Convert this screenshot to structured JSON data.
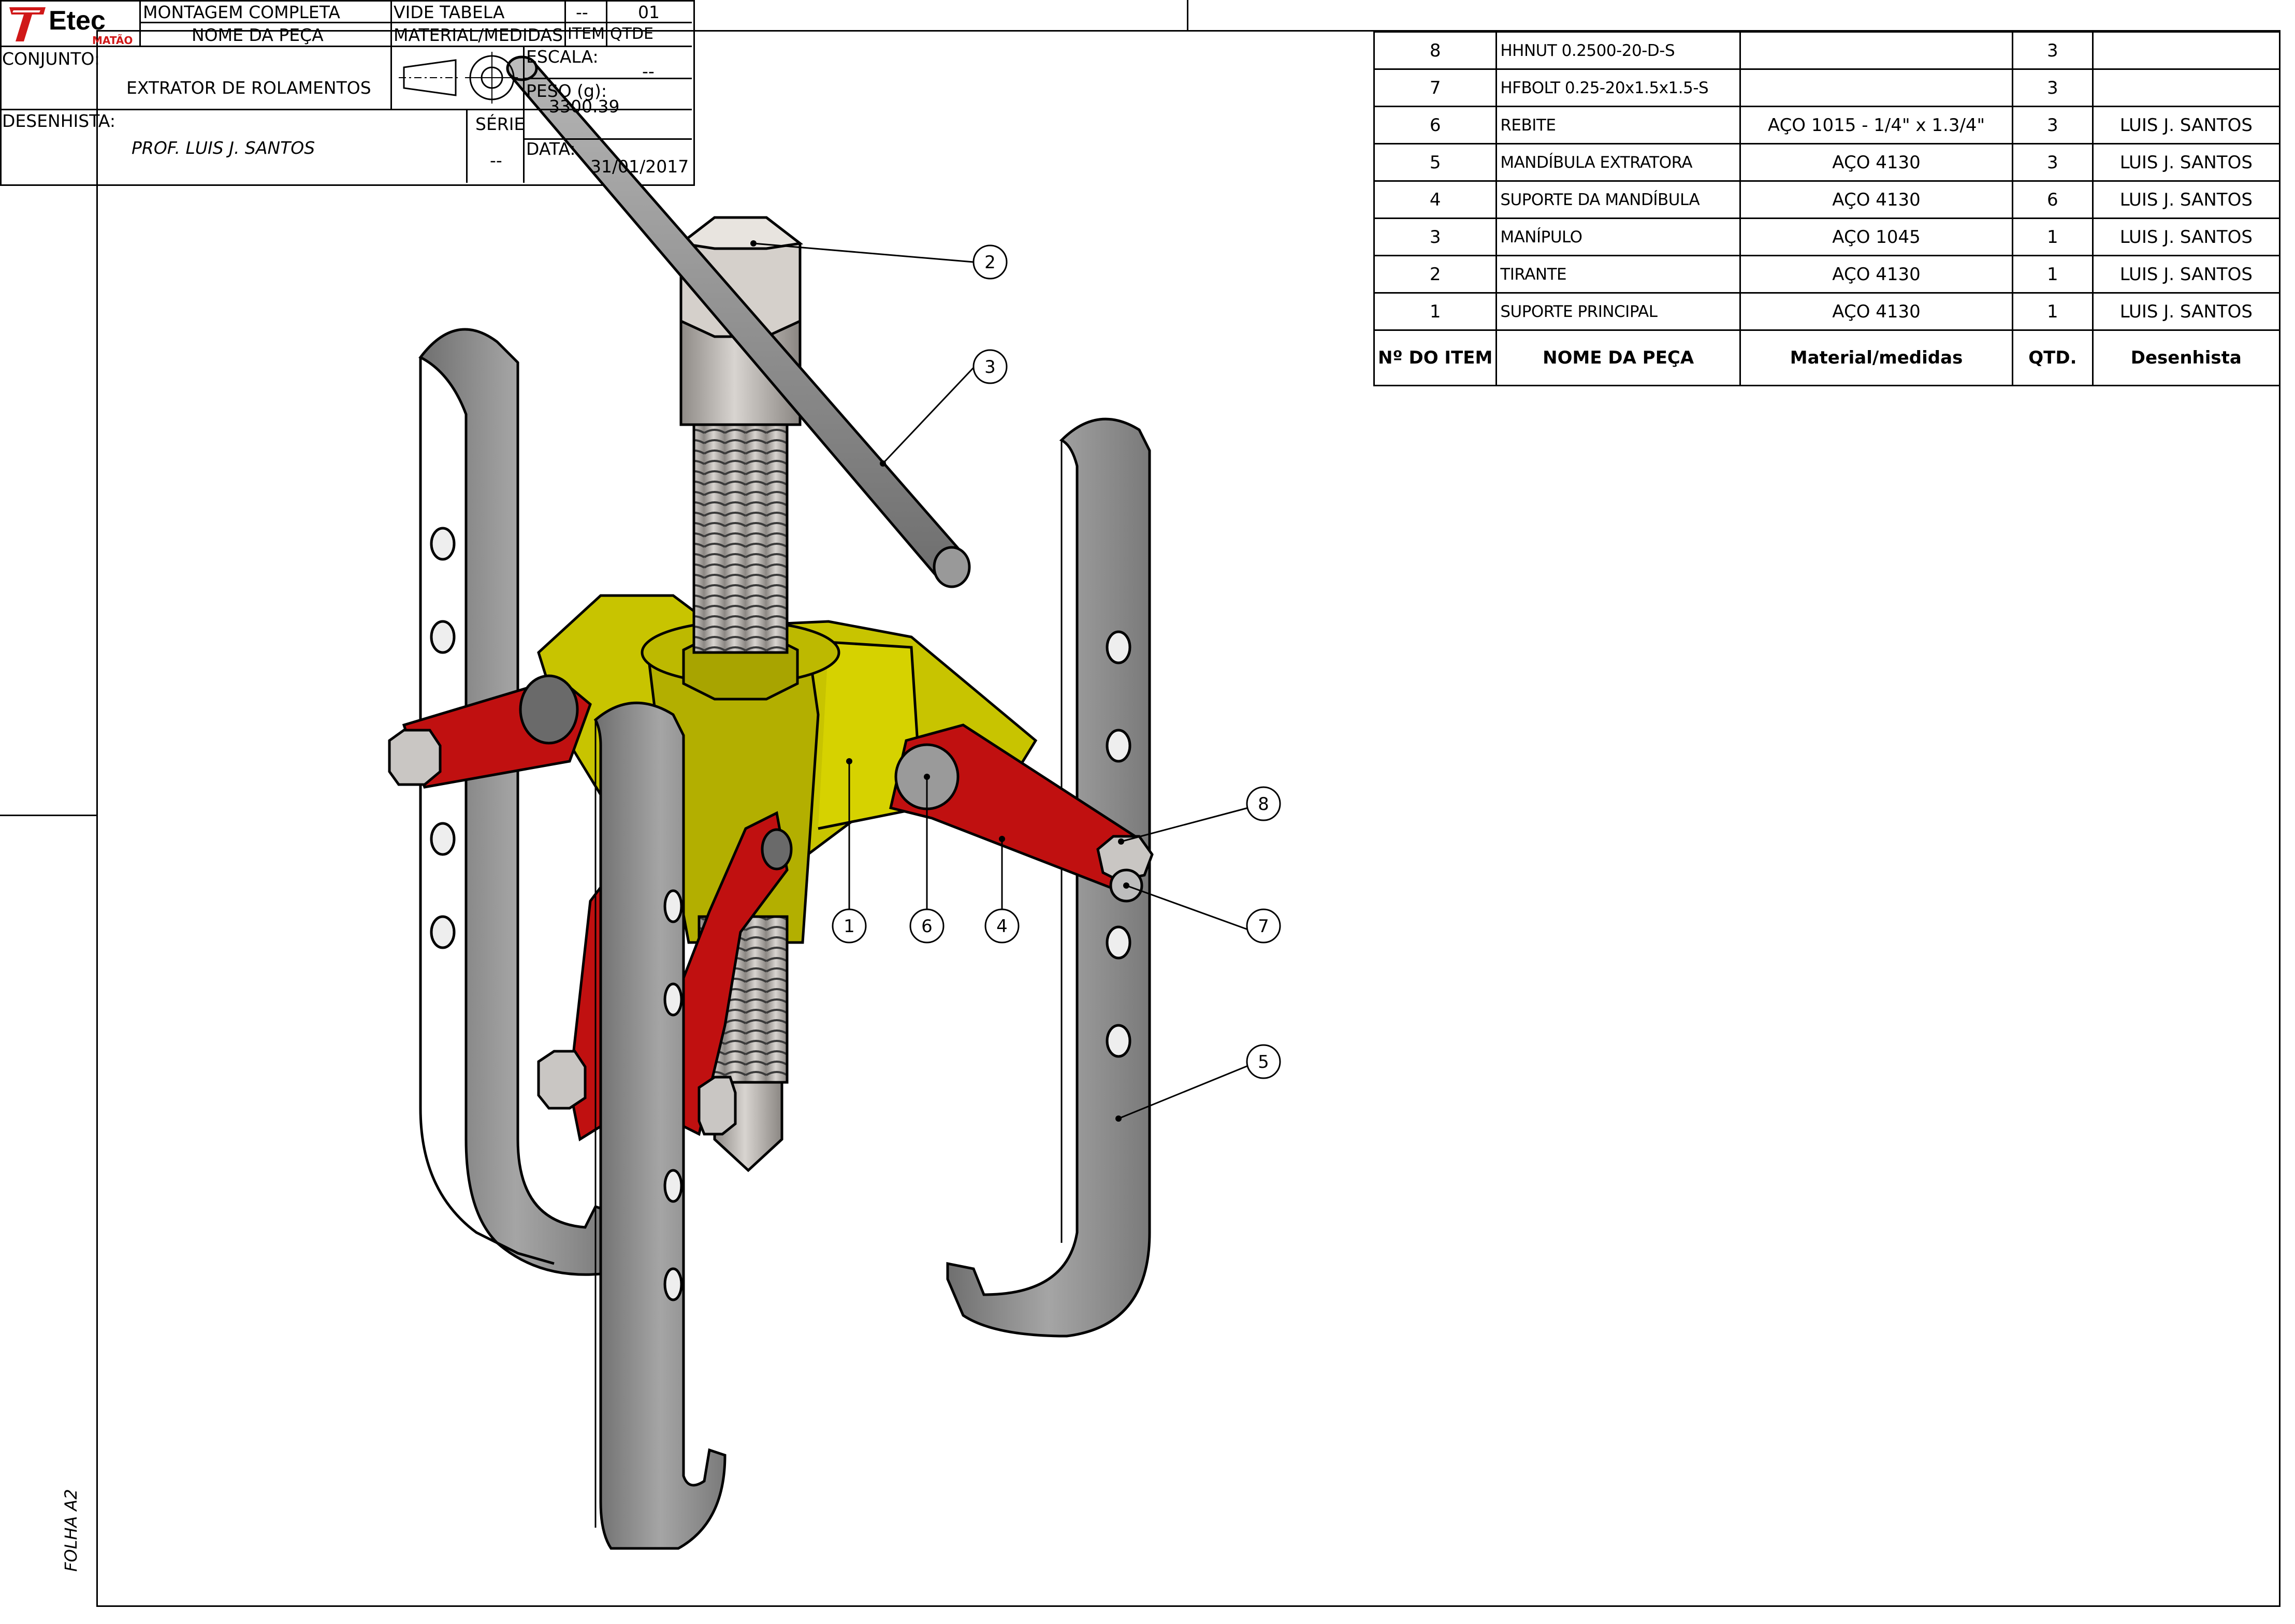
{
  "sheet_label": "FOLHA A2",
  "bom": {
    "headers": [
      "Nº DO ITEM",
      "NOME DA PEÇA",
      "Material/medidas",
      "QTD.",
      "Desenhista"
    ],
    "rows": [
      {
        "item": "8",
        "name": "HHNUT 0.2500-20-D-S",
        "material": "",
        "qty": "3",
        "designer": ""
      },
      {
        "item": "7",
        "name": "HFBOLT 0.25-20x1.5x1.5-S",
        "material": "",
        "qty": "3",
        "designer": ""
      },
      {
        "item": "6",
        "name": "REBITE",
        "material": "AÇO 1015 - 1/4\" x 1.3/4\"",
        "qty": "3",
        "designer": "LUIS J. SANTOS"
      },
      {
        "item": "5",
        "name": "MANDÍBULA EXTRATORA",
        "material": "AÇO 4130",
        "qty": "3",
        "designer": "LUIS J. SANTOS"
      },
      {
        "item": "4",
        "name": "SUPORTE DA MANDÍBULA",
        "material": "AÇO 4130",
        "qty": "6",
        "designer": "LUIS J. SANTOS"
      },
      {
        "item": "3",
        "name": "MANÍPULO",
        "material": "AÇO 1045",
        "qty": "1",
        "designer": "LUIS J. SANTOS"
      },
      {
        "item": "2",
        "name": "TIRANTE",
        "material": "AÇO 4130",
        "qty": "1",
        "designer": "LUIS J. SANTOS"
      },
      {
        "item": "1",
        "name": "SUPORTE PRINCIPAL",
        "material": "AÇO 4130",
        "qty": "1",
        "designer": "LUIS J. SANTOS"
      }
    ]
  },
  "balloons": [
    "1",
    "2",
    "3",
    "4",
    "5",
    "6",
    "7",
    "8"
  ],
  "title_block": {
    "logo_text": "Etec",
    "logo_sub": "MATÃO",
    "montagem": "MONTAGEM COMPLETA",
    "nome_peca_label": "NOME DA PEÇA",
    "vide_tabela": "VIDE TABELA",
    "material_label": "MATERIAL/MEDIDAS",
    "item_value": "--",
    "item_label": "ITEM",
    "qtde_value": "01",
    "qtde_label": "QTDE",
    "conjunto_label": "CONJUNTO:",
    "conjunto_value": "EXTRATOR DE ROLAMENTOS",
    "escala_label": "ESCALA:",
    "escala_value": "--",
    "peso_label": "PESO (g):",
    "peso_value": "3300.39",
    "desenhista_label": "DESENHISTA:",
    "desenhista_value": "PROF. LUIS J. SANTOS",
    "serie_label": "SÉRIE",
    "serie_value": "--",
    "data_label": "DATA:",
    "data_value": "31/01/2017"
  },
  "colors": {
    "jaw_gray": "#8c8c8c",
    "body_yellow": "#c8c400",
    "arm_red": "#c01010",
    "screw_gray": "#b0aca8",
    "logo_red": "#d01818"
  }
}
